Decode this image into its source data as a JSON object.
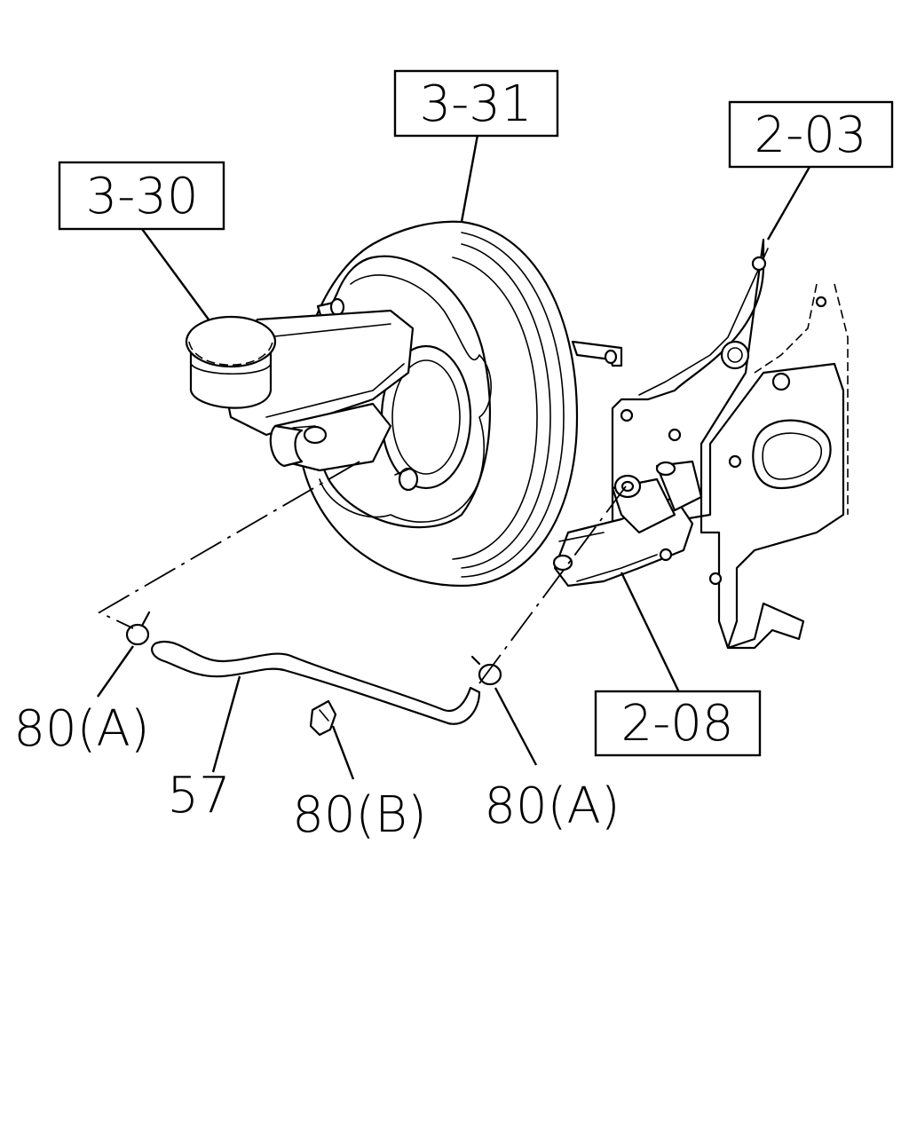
{
  "callouts": {
    "master_cylinder": "3-30",
    "brake_booster": "3-31",
    "pedal_bracket": "2-03",
    "clutch_master_cylinder": "2-08",
    "hose": "57",
    "clip_left": "80(A)",
    "clip_right": "80(A)",
    "clamp": "80(B)"
  }
}
